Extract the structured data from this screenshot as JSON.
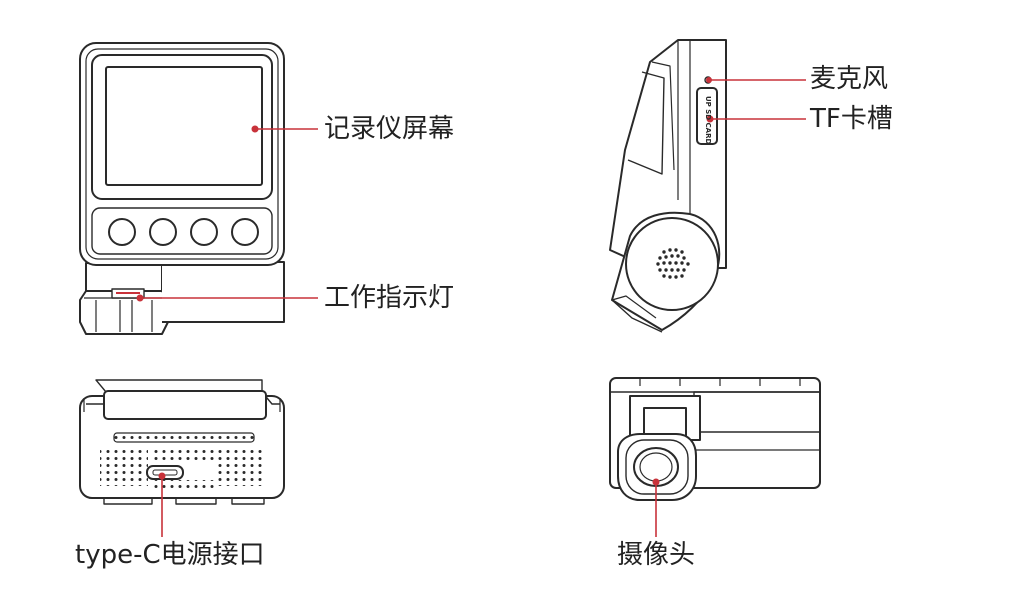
{
  "labels": {
    "recorder_screen": "记录仪屏幕",
    "work_indicator": "工作指示灯",
    "microphone": "麦克风",
    "tf_slot": "TF卡槽",
    "typec_port": "type-C电源接口",
    "camera": "摄像头"
  },
  "slot_marking": "UP SD CARD",
  "colors": {
    "callout_line": "#c8323a",
    "callout_dot": "#c8323a",
    "outline": "#2a2a2a",
    "fill": "#ffffff",
    "text": "#222222"
  }
}
